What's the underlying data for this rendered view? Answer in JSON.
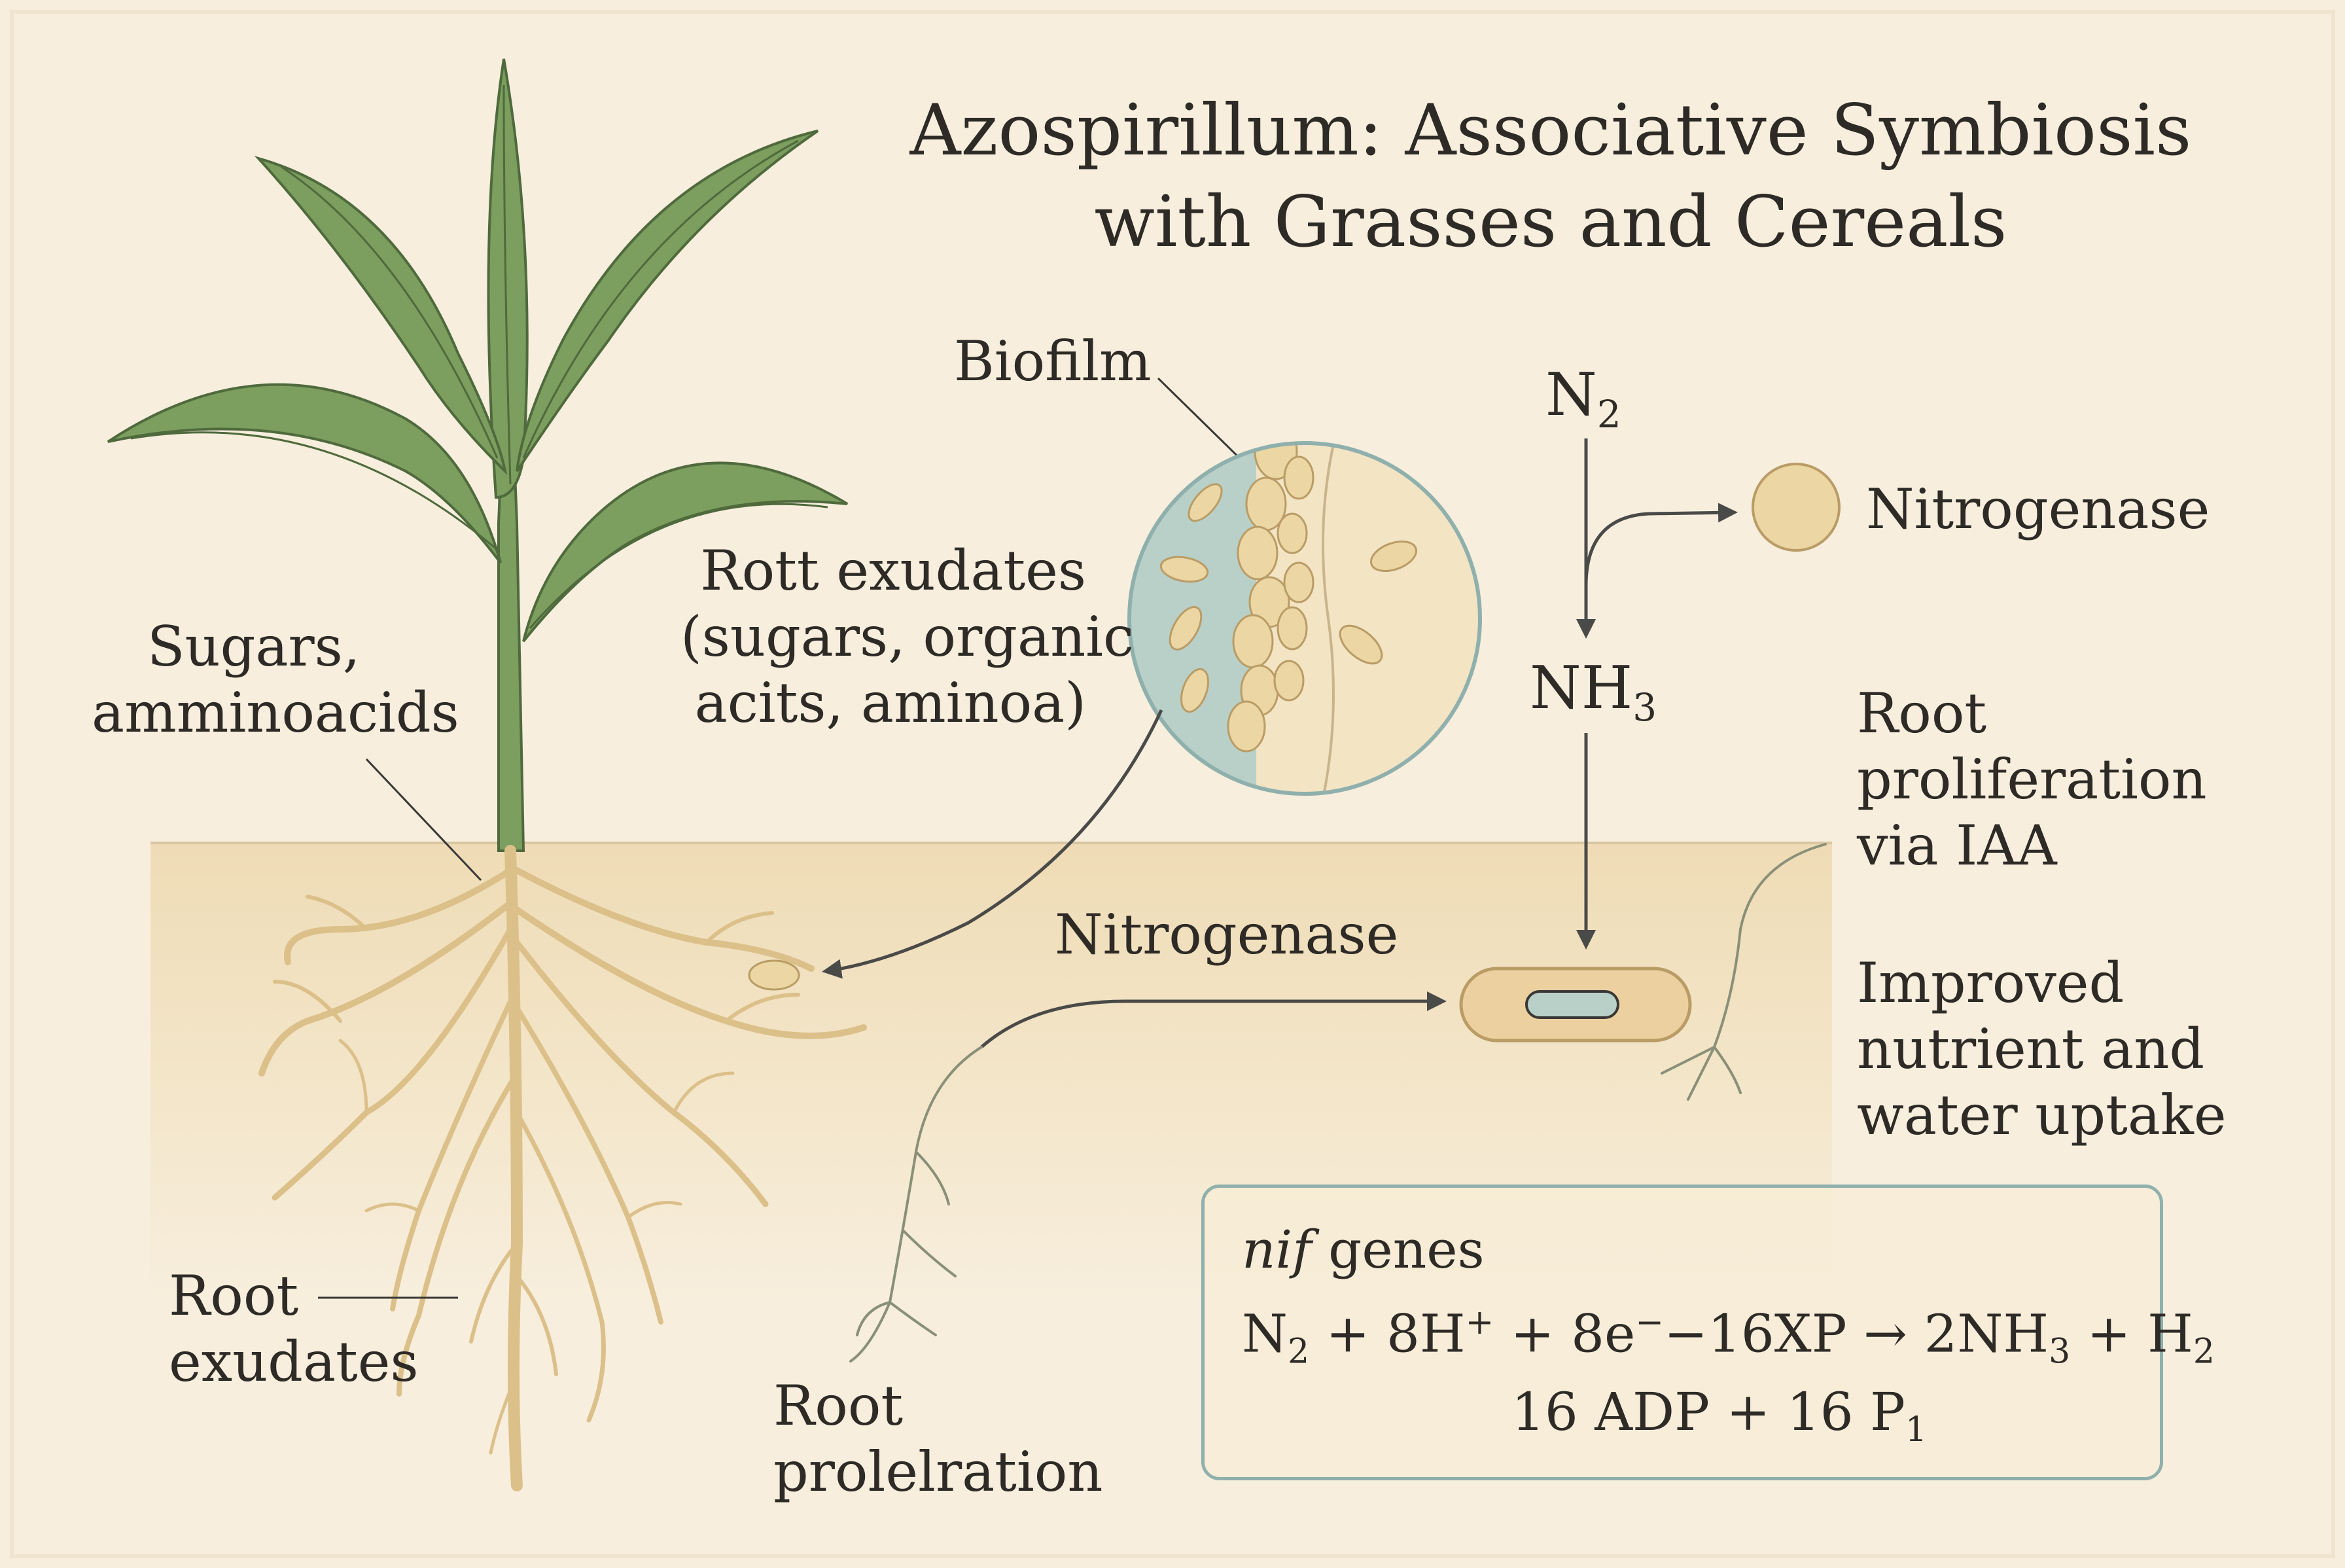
{
  "title": {
    "line1": "Azospirillum: Associative Symbiosis",
    "line2": "with Grasses and Cereals"
  },
  "labels": {
    "biofilm": "Biofilm",
    "rott_exudates": [
      "Rott exudates",
      "(sugars, organic",
      "acits, aminoa)"
    ],
    "sugars": [
      "Sugars,",
      "amminoacids"
    ],
    "root_exudates": [
      "Root",
      "exudates"
    ],
    "root_prolelration": [
      "Root",
      "prolelration"
    ],
    "nitrogenase_mid": "Nitrogenase",
    "nitrogenase_top": "Nitrogenase",
    "n2": "N",
    "n2_sub": "2",
    "nh3": "NH",
    "nh3_sub": "3",
    "root_proliferation_iaa": [
      "Root",
      "proliferation",
      "via IAA"
    ],
    "improved_uptake": [
      "Improved",
      "nutrient and",
      "water uptake"
    ]
  },
  "formula": {
    "nif_italic": "nif",
    "nif_rest": " genes",
    "line1_parts": [
      "N",
      "2",
      " + 8H",
      "+",
      " + 8e",
      "−",
      "−16XP → 2NH",
      "3",
      " + H",
      "2"
    ],
    "line2_parts": [
      "16 ADP + 16 P",
      "1"
    ]
  },
  "colors": {
    "background": "#f7eedd",
    "soil": "#f1dfbd",
    "leaf": "#7c9e5e",
    "root": "#ddc08a",
    "biofilm_blue": "#b9d0c8",
    "bacterium": "#ecd6a4",
    "arrow": "#4a4a48"
  }
}
